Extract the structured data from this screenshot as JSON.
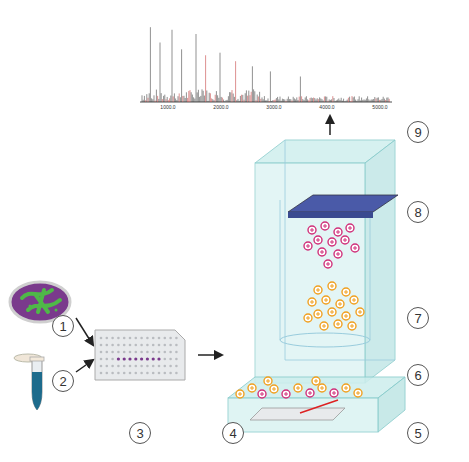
{
  "diagram": {
    "nodes": [
      {
        "text": [
          "1"
        ]
      },
      {
        "text": [
          "2"
        ]
      },
      {
        "text": [
          "3"
        ]
      },
      {
        "text": [
          "4"
        ]
      },
      {
        "text": [
          "5"
        ]
      },
      {
        "text": [
          "6"
        ]
      },
      {
        "text": [
          "7"
        ]
      },
      {
        "text": [
          "8"
        ]
      },
      {
        "text": [
          "9"
        ]
      }
    ],
    "labels": [
      "1000.0",
      "2000.0",
      "3000.0",
      "4000.0",
      "5000.0"
    ]
  }
}
